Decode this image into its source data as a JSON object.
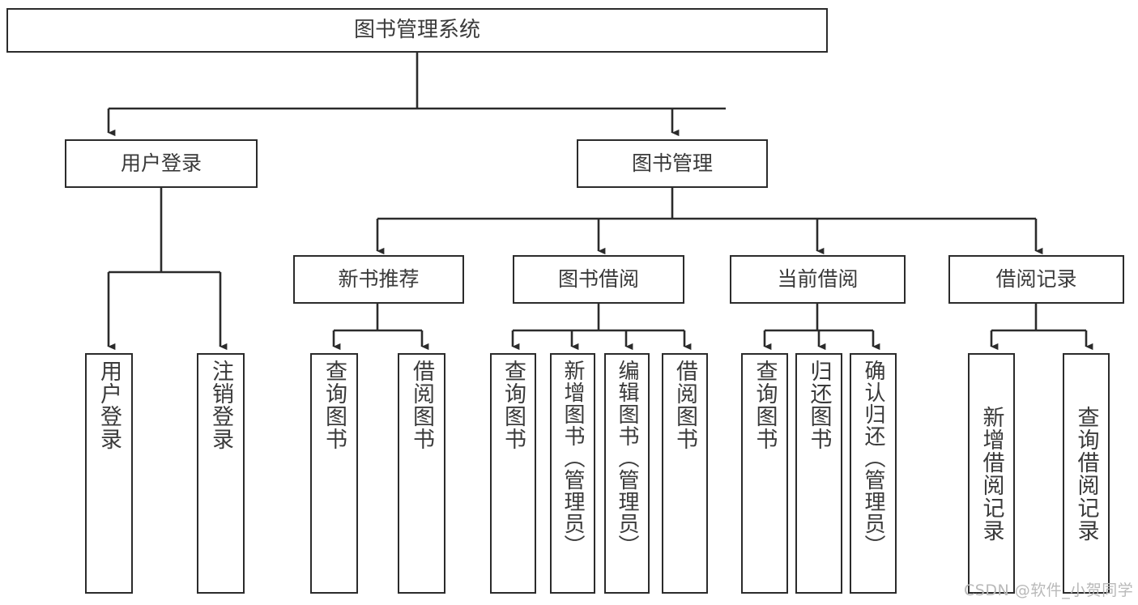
{
  "diagram": {
    "title": "图书管理系统",
    "type": "hierarchy-tree",
    "colors": {
      "box_border": "#2b2b2b",
      "box_fill": "#ffffff",
      "text": "#3a3a3a",
      "edge": "#2b2b2b",
      "watermark": "#b9b9b9",
      "background": "#ffffff"
    },
    "nodes": {
      "root": {
        "label": "图书管理系统"
      },
      "level2": [
        {
          "label": "用户登录"
        },
        {
          "label": "图书管理"
        }
      ],
      "level3": [
        {
          "label": "新书推荐"
        },
        {
          "label": "图书借阅"
        },
        {
          "label": "当前借阅"
        },
        {
          "label": "借阅记录"
        }
      ],
      "leaves": {
        "user_login": [
          {
            "label": "用户登录"
          },
          {
            "label": "注销登录"
          }
        ],
        "new_book_recommend": [
          {
            "label": "查询图书"
          },
          {
            "label": "借阅图书"
          }
        ],
        "book_borrow": [
          {
            "label": "查询图书"
          },
          {
            "label": "新增图书（管理员）"
          },
          {
            "label": "编辑图书（管理员）"
          },
          {
            "label": "借阅图书"
          }
        ],
        "current_borrow": [
          {
            "label": "查询图书"
          },
          {
            "label": "归还图书"
          },
          {
            "label": "确认归还（管理员）"
          }
        ],
        "borrow_record": [
          {
            "label": "新增借阅记录"
          },
          {
            "label": "查询借阅记录"
          }
        ]
      }
    },
    "watermark": "CSDN @软件_小贺同学"
  }
}
